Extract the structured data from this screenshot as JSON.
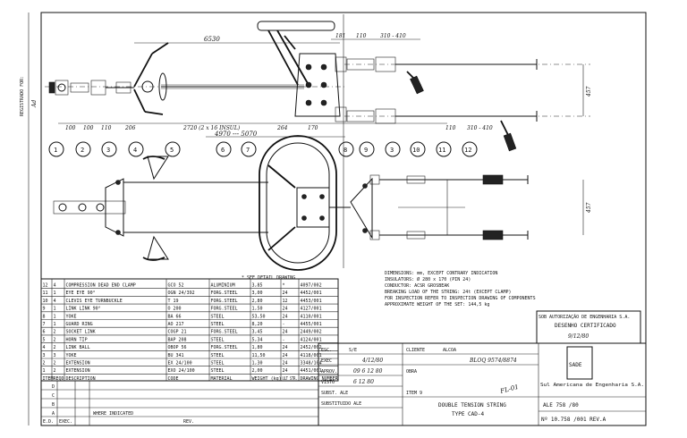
{
  "drawing": {
    "side_labels": [
      "REGISTRADO FOR:",
      "Ad"
    ],
    "dims_top": [
      "6530",
      "181",
      "110",
      "310 - 410",
      "457",
      "100",
      "100",
      "110",
      "206",
      "2720 (2 x 16  INSUL)",
      "264",
      "170",
      "110",
      "310 - 410",
      "4970 --- 5070"
    ],
    "balloons": [
      "1",
      "2",
      "3",
      "4",
      "5",
      "6",
      "7",
      "8",
      "9",
      "3",
      "10",
      "11",
      "12"
    ],
    "note_detail": "* SEE DETAIL DRAWING",
    "dim_right_lower": "457"
  },
  "notes": [
    "DIMENSIONS: mm, EXCEPT CONTRARY INDICATION",
    "INSULATORS: Ø 280 x 170 (PIN 24)",
    "CONDUCTOR: ACSR GROSBEAK",
    "BREAKING LOAD OF THE STRING: 24t (EXCEPT CLAMP)",
    "FOR INSPECTION REFER TO INSPECTION DRAWING OF COMPONENTS",
    "APPROXIMATE WEIGHT OF THE SET: 144,5 kg"
  ],
  "bom": {
    "headers": [
      "ITEM",
      "REQD",
      "DESCRIPTION",
      "CODE",
      "MATERIAL",
      "WEIGHT (kg)",
      "ULT STR.",
      "DRAWING NUMBER"
    ],
    "rows": [
      [
        "12",
        "4",
        "COMPRESSION DEAD END CLAMP",
        "GCO 52",
        "ALUMINIUM",
        "3,85",
        "*",
        "4097/002"
      ],
      [
        "11",
        "1",
        "EYE EYE 90°",
        "OGN 24/392",
        "FORG.STEEL",
        "3,00",
        "24",
        "4452/001"
      ],
      [
        "10",
        "4",
        "CLEVIS EYE TURNBUCKLE",
        "T 19",
        "FORG.STEEL",
        "2,80",
        "12",
        "4453/001"
      ],
      [
        "9",
        "1",
        "LINK LINK 90°",
        "O 200",
        "FORG.STEEL",
        "1,50",
        "24",
        "4127/001"
      ],
      [
        "8",
        "1",
        "YOKE",
        "BA 66",
        "STEEL",
        "53,50",
        "24",
        "4110/001"
      ],
      [
        "7",
        "1",
        "GUARD RING",
        "AO 217",
        "STEEL",
        "8,20",
        "-",
        "4455/001"
      ],
      [
        "6",
        "2",
        "SOCKET LINK",
        "COGP 21",
        "FORG.STEEL",
        "3,45",
        "24",
        "2449/002"
      ],
      [
        "5",
        "2",
        "HORN TIP",
        "BAP 208",
        "STEEL",
        "5,34",
        "-",
        "4124/001"
      ],
      [
        "4",
        "2",
        "LINK BALL",
        "OBOP 56",
        "FORG.STEEL",
        "1,80",
        "24",
        "2452/002"
      ],
      [
        "3",
        "3",
        "YOKE",
        "BU 341",
        "STEEL",
        "11,50",
        "24",
        "4118/001"
      ],
      [
        "2",
        "2",
        "EXTENSION",
        "EX 24/100",
        "STEEL",
        "1,30",
        "24",
        "3348/104"
      ],
      [
        "1",
        "2",
        "EXTENSION",
        "EXO 24/100",
        "STEEL",
        "2,00",
        "24",
        "4451/001"
      ]
    ]
  },
  "revision": {
    "rows": [
      "D",
      "C",
      "B",
      "A"
    ],
    "entry_a": "WHERE INDICATED",
    "headers": [
      "E.D.",
      "EXEC.",
      "REV."
    ]
  },
  "title_block": {
    "esc_label": "ESC.",
    "esc_value": "S/E",
    "client_label": "CLIENTE",
    "client_value": "ALCOA",
    "exec_label": "EXEC",
    "exec_value": "4/12/80",
    "client_ref": "BLOQ 9574/8874",
    "approv_label": "APROV.",
    "approv_value": "09 6 12 80",
    "obra_label": "OBRA",
    "visto_label": "VISTO",
    "visto_value": "6 12 80",
    "subst_label": "SUBST. ALE",
    "item": "ITEM 9",
    "substituido_label": "SUBSTITUIDO ALE",
    "title": "DOUBLE TENSION STRING",
    "type": "TYPE CAD-4",
    "handwritten": "FL-01",
    "stamp_line1": "SOB AUTORIZAÇÃO DE ENGENHARIA S.A.",
    "stamp_line2": "DESENHO CERTIFICADO",
    "stamp_date": "9/12/80",
    "logo": "SADE",
    "logo_sub": "Sul Americana de Engenharia S.A.",
    "sheet_no": "ALE  758  /80",
    "drawing_no": "Nº 10.758 /001 REV.A"
  }
}
